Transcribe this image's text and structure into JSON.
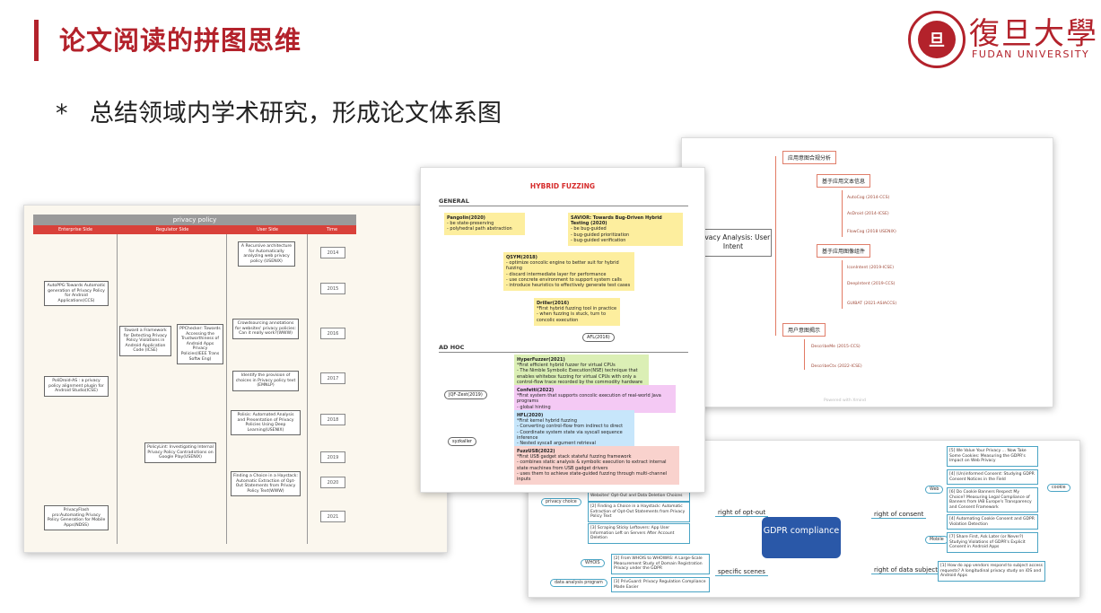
{
  "header": {
    "title": "论文阅读的拼图思维",
    "logo_cn": "復旦大學",
    "logo_en": "FUDAN UNIVERSITY",
    "logo_badge": "旦"
  },
  "bullet": {
    "symbol": "*",
    "text": "总结领域内学术研究，形成论文体系图"
  },
  "card_privacy_policy": {
    "title": "privacy policy",
    "columns": [
      "Enterprise Side",
      "Regulator Side",
      "User Side",
      "Time"
    ],
    "years": [
      "2014",
      "2015",
      "2016",
      "2017",
      "2018",
      "2019",
      "2020",
      "2021"
    ],
    "boxes": [
      "AutoPPG:Towards Automatic generation of Privacy Policy for Android Applications(CCS)",
      "PoliDroid-AS : a privacy policy alignment plugin for Android Studio(ICSE)",
      "PrivacyFlash pro:Automating Privacy Policy Generation for Mobile Apps(NDSS)",
      "Toward a Framework for Detecting Privacy Policy Violations in Android Application Code (ICSE)",
      "PPChecker: Towards Accessing the Trustworthiness of Android Apps Privacy Policies(IEEE Trans Softw Eng)",
      "PolicyLint: Investigating Internal Privacy Policy Contradictions on Google Play(USENIX)",
      "A Recursive architecture for Automatically analyzing web privacy policy (USENIX)",
      "Crowdsourcing annotations for websites' privacy policies: Can it really work?(WWW)",
      "Identify the provision of choices in Privacy policy text (EMNLP)",
      "Polisis: Automated Analysis and Presentation of Privacy Policies Using Deep Learning(USENIX)",
      "Finding a Choice in a Haystack: Automatic Extraction of Opt-Out Statements from Privacy Policy Text(WWW)"
    ]
  },
  "card_hybrid_fuzzing": {
    "title": "HYBRID FUZZING",
    "general_label": "GENERAL",
    "adhoc_label": "AD HOC",
    "notes": [
      {
        "title": "Pangolin(2020)",
        "lines": [
          "- be state-preserving",
          "- polyhedral path abstraction"
        ]
      },
      {
        "title": "SAVIOR: Towards Bug-Driven Hybrid Testing (2020)",
        "lines": [
          "- be bug-guided",
          "- bug-guided prioritization",
          "- bug-guided verification"
        ]
      },
      {
        "title": "QSYM(2018)",
        "lines": [
          "- optimize concolic engine to better suit for hybrid fuzzing",
          "- discard intermediate layer for performance",
          "- use concrete environment to support system calls",
          "- introduce heuristics to effectively generate test cases"
        ]
      },
      {
        "title": "Driller(2016)",
        "lines": [
          "*First hybrid fuzzing tool in practice",
          "- when fuzzing is stuck, turn to concolic execution"
        ]
      },
      {
        "title": "HyperFuzzer(2021)",
        "lines": [
          "*First efficient hybrid fuzzer for virtual CPUs",
          "- The Nimble Symbolic Execution(NSE) technique that enables whitebox fuzzing for virtual CPUs with only a control-flow trace recorded by the commodity hardware"
        ]
      },
      {
        "title": "Confetti(2022)",
        "lines": [
          "*First system that supports concolic execution of real-world Java programs",
          "- global hinting"
        ]
      },
      {
        "title": "HFL(2020)",
        "lines": [
          "*First kernel hybrid fuzzing",
          "- Converting control-flow from indirect to direct",
          "- Coordinate system state via syscall sequence inference",
          "- Nested syscall argument retrieval"
        ]
      },
      {
        "title": "FuzzUSB(2022)",
        "lines": [
          "*First USB gadget stack stateful fuzzing framework",
          "- combines static analysis & symbolic execution to extract internal state machines from USB gadget drivers",
          "- uses them to achieve state-guided fuzzing through multi-channel inputs"
        ]
      }
    ],
    "tags": [
      "AFL(2016)",
      "JQF-Zest(2019)",
      "syzkaller"
    ]
  },
  "card_privacy_analysis": {
    "root": "Privacy Analysis: User Intent",
    "branches": [
      "应用意图合规分析",
      "基于应用文本信息",
      "基于应用图像组件",
      "用户意图揭示"
    ],
    "leaves": [
      "AutoCog (2014-CCS)",
      "AsDroid (2014-ICSE)",
      "FlowCog (2018 USENIX)",
      "IconIntent (2019-ICSE)",
      "DeepIntent (2019-CCS)",
      "GUIBAT (2021-ASIACCS)",
      "DescribeMe (2015-CCS)",
      "DescribeCtx (2022-ICSE)"
    ],
    "footnote": "Powered with Xmind"
  },
  "card_gdpr": {
    "center": "GDPR compliance",
    "branches": [
      "right of opt-out",
      "specific scenes",
      "right of consent",
      "right of data subject"
    ],
    "side_tags": [
      "privacy choice",
      "WHOIS",
      "data analysis program",
      "Web",
      "Mobile",
      "cookie"
    ],
    "papers": [
      "Websites' Opt-Out and Data Deletion Choices",
      "[2] Finding a Choice in a Haystack: Automatic Extraction of Opt-Out Statements from Privacy Policy Text",
      "[3] Scraping Sticky Leftovers: App User Information Left on Servers After Account Deletion",
      "[2] From WHOIS to WHOWAS: A Large-Scale Measurement Study of Domain Registration Privacy under the GDPR",
      "[3] PrivGuard: Privacy Regulation Compliance Made Easier",
      "[5] We Value Your Privacy ... Now Take Some Cookies: Measuring the GDPR's Impact on Web Privacy",
      "[4] (Un)informed Consent: Studying GDPR Consent Notices in the Field",
      "[6] Do Cookie Banners Respect My Choice? Measuring Legal Compliance of Banners from IAB Europe's Transparency and Consent Framework",
      "[4] Automating Cookie Consent and GDPR Violation Detection",
      "[7] Share First, Ask Later (or Never?) Studying Violations of GDPR's Explicit Consent in Android Apps",
      "[1] How do app vendors respond to subject access requests? A longitudinal privacy study on iOS and Android Apps"
    ]
  }
}
